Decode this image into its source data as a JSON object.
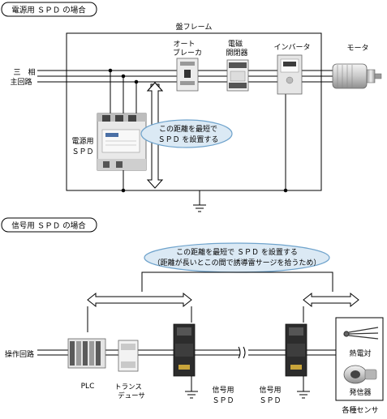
{
  "section1": {
    "title": "電源用 ＳＰＤ の場合",
    "frame_label": "盤フレーム",
    "line_label_1": "三　相",
    "line_label_2": "主回路",
    "breaker_label_1": "オート",
    "breaker_label_2": "ブレーカ",
    "contactor_label_1": "電磁",
    "contactor_label_2": "開閉器",
    "inverter_label": "インバータ",
    "motor_label": "モータ",
    "spd_label_1": "電源用",
    "spd_label_2": "ＳＰＤ",
    "callout_1": "この距離を最短で",
    "callout_2": "ＳＰＤ を設置する"
  },
  "section2": {
    "title": "信号用 ＳＰＤ の場合",
    "callout_1": "この距離を最短で ＳＰＤ を設置する",
    "callout_2": "（距離が長いとこの間で誘導雷サージを拾うため）",
    "circuit_label": "操作回路",
    "plc_label": "PLC",
    "transducer_label_1": "トランス",
    "transducer_label_2": "デューサ",
    "spd_left_label_1": "信号用",
    "spd_left_label_2": "ＳＰＤ",
    "spd_right_label_1": "信号用",
    "spd_right_label_2": "ＳＰＤ",
    "thermocouple_label": "熱電対",
    "generator_label": "発信器",
    "sensors_label": "各種センサ"
  },
  "colors": {
    "callout_fill": "#dbe9f4",
    "callout_stroke": "#6fa3cc"
  }
}
